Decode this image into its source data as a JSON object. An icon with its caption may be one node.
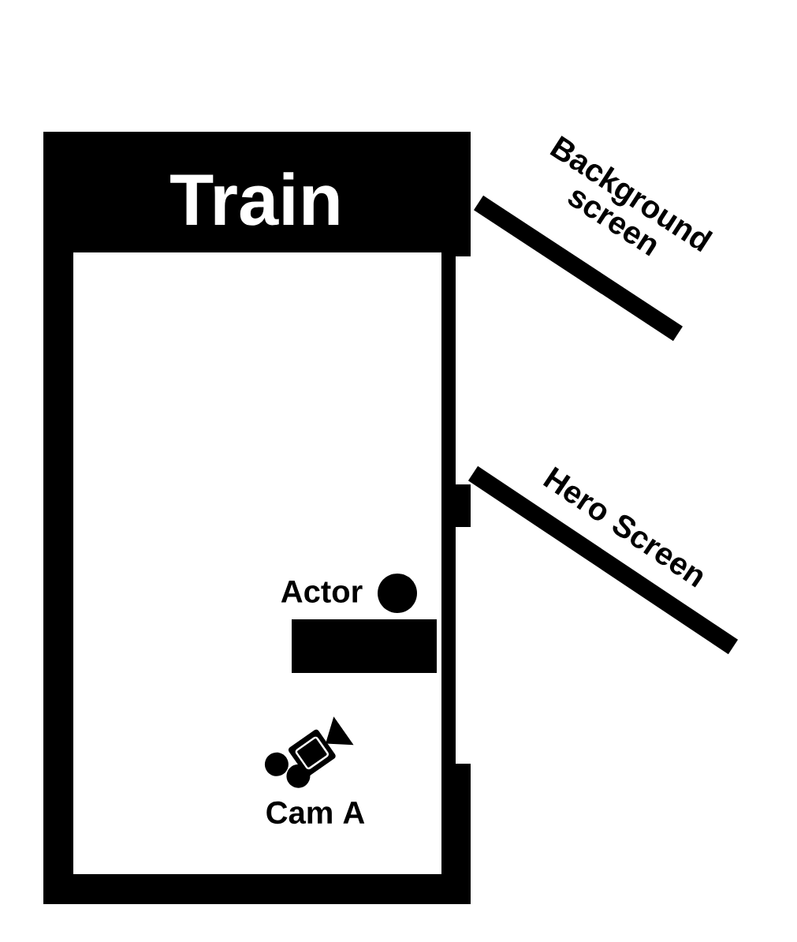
{
  "diagram": {
    "nodes": [
      {
        "text": [
          "Train"
        ]
      },
      {
        "text": [],
        "shape": "circle",
        "in": 0,
        "beside": [
          "Actor"
        ]
      },
      {
        "text": [],
        "shape": "bar",
        "in": 0
      },
      {
        "text": [],
        "shape": "camera",
        "in": 0,
        "beside": [
          "Cam A"
        ]
      },
      {
        "text": [],
        "shape": "bar",
        "beside": [
          "Background screen"
        ]
      },
      {
        "text": [],
        "shape": "bar",
        "beside": [
          "Hero Screen"
        ]
      }
    ]
  }
}
